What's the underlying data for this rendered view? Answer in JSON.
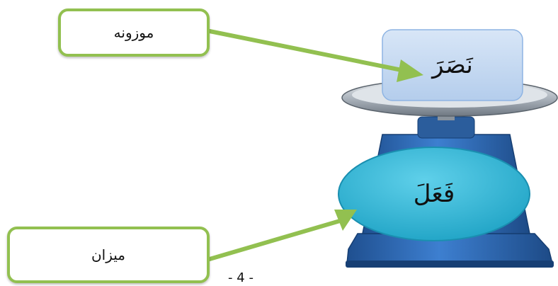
{
  "labels": {
    "top": "موزونه",
    "bottom": "میزان"
  },
  "scale": {
    "upper_word": "نَصَرَ",
    "lower_word": "فَعَلَ"
  },
  "page_number": "- 4 -",
  "colors": {
    "callout_border": "#92c050",
    "arrow": "#92c050",
    "upper_box_fill": "#c6d9f0",
    "upper_box_border": "#8eb4e3",
    "ellipse_fill": "#31b6d3",
    "ellipse_stroke": "#1a8fb0",
    "scale_body": "#2e6db5",
    "pan": "#c9cfd6"
  }
}
